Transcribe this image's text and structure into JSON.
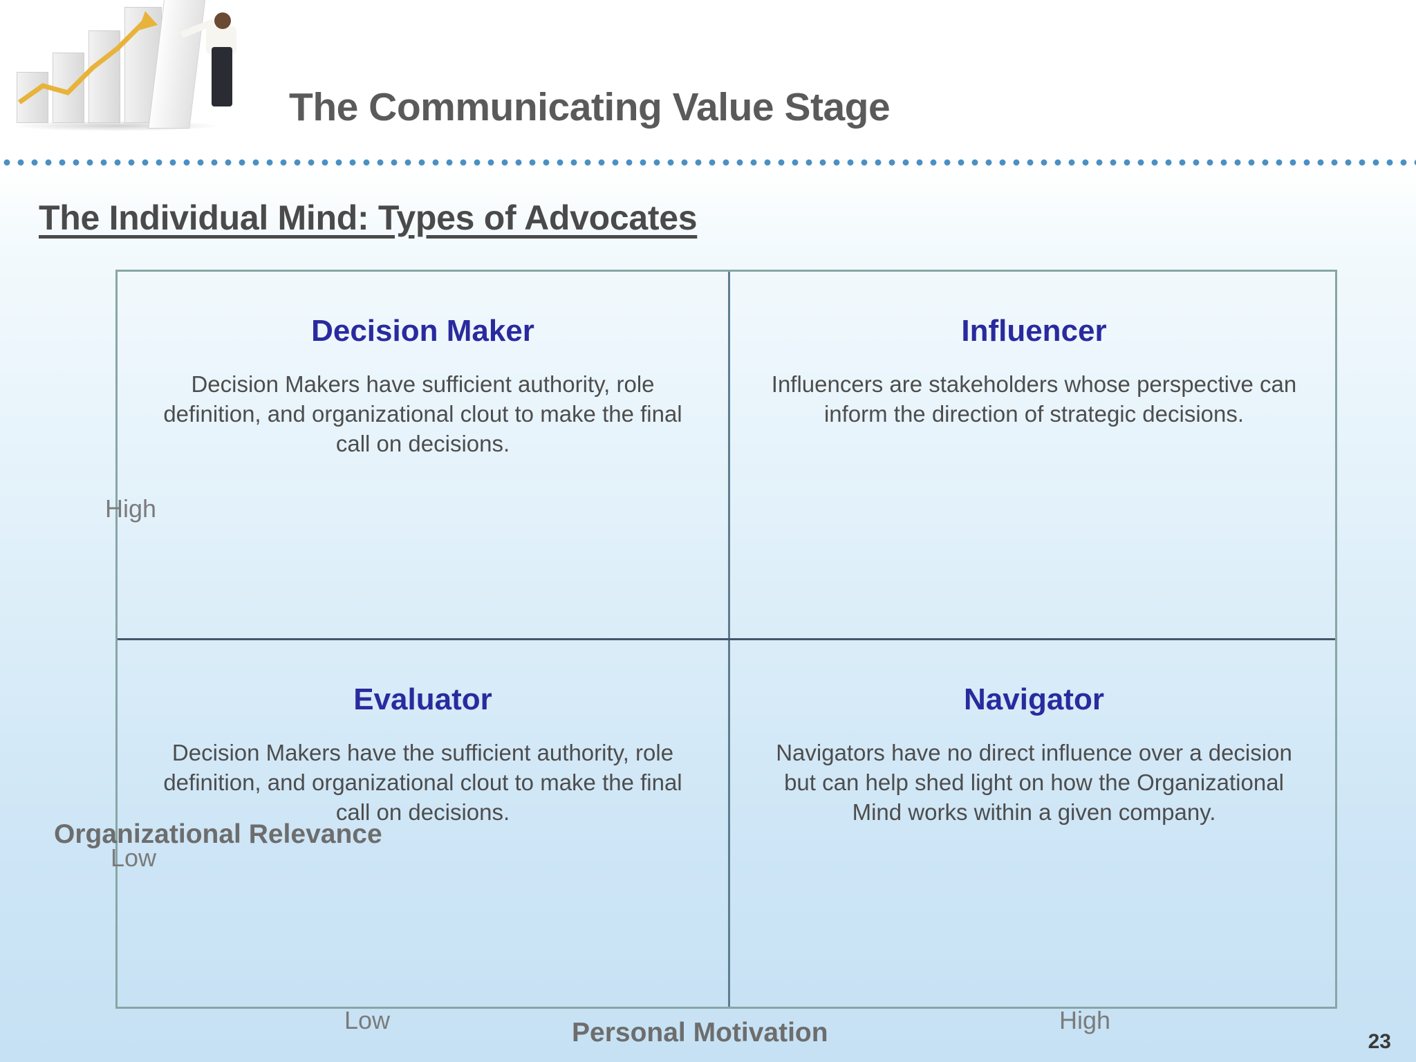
{
  "header": {
    "title": "The Communicating Value Stage",
    "logo_icon": "bar-chart-with-person-icon"
  },
  "section": {
    "heading": "The Individual Mind: Types of Advocates"
  },
  "matrix": {
    "quadrants": [
      {
        "position": "top-left",
        "title": "Decision Maker",
        "body": "Decision Makers have sufficient authority, role definition, and organizational clout to make the final call on decisions."
      },
      {
        "position": "top-right",
        "title": "Influencer",
        "body": "Influencers are stakeholders whose perspective can inform the direction of strategic decisions."
      },
      {
        "position": "bottom-left",
        "title": "Evaluator",
        "body": "Decision Makers have the sufficient authority, role definition, and organizational clout to make the final call on decisions."
      },
      {
        "position": "bottom-right",
        "title": "Navigator",
        "body": "Navigators have no direct influence over a decision but can help shed light on how the Organizational Mind works within a given company."
      }
    ],
    "axes": {
      "y_title": "Organizational Relevance",
      "y_high": "High",
      "y_low": "Low",
      "x_title": "Personal Motivation",
      "x_low": "Low",
      "x_high": "High"
    }
  },
  "footer": {
    "page_number": "23"
  },
  "colors": {
    "title_gray": "#5a5a5a",
    "quadrant_title_blue": "#2a2a9e",
    "body_gray": "#4d4d4d",
    "axis_gray": "#7b7b7b",
    "dot_rule_blue": "#4a90c4",
    "matrix_border": "#87a6a6"
  }
}
